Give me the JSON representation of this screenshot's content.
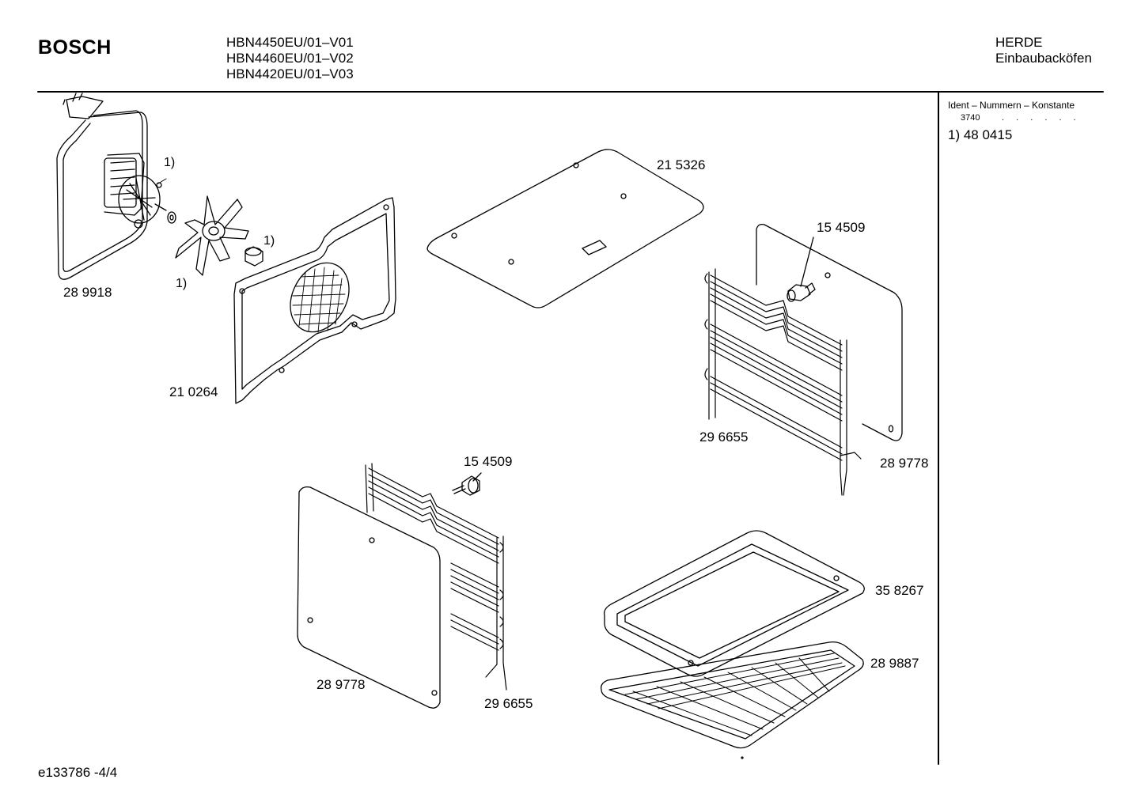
{
  "header": {
    "brand": "BOSCH",
    "models": [
      "HBN4450EU/01–V01",
      "HBN4460EU/01–V02",
      "HBN4420EU/01–V03"
    ],
    "category": "HERDE",
    "subcategory": "Einbaubacköfen"
  },
  "sidebar": {
    "ident_title": "Ident – Nummern – Konstante",
    "ident_constant": "3740",
    "ident_dots": ". . . . . .",
    "footnote_ref": "1)  48 0415"
  },
  "parts": {
    "fan_motor": "28 9918",
    "fan_cover": "21 0264",
    "top_panel": "21 5326",
    "stud_right": "15 4509",
    "rack_right": "29 6655",
    "panel_right": "28 9778",
    "stud_left": "15 4509",
    "panel_left": "28 9778",
    "rack_left": "29 6655",
    "baking_tray": "35 8267",
    "grill_grid": "28 9887"
  },
  "notes": {
    "note_a": "1)",
    "note_b": "1)",
    "note_c": "1)"
  },
  "footer": {
    "doc_id": "e133786  -4/4"
  }
}
